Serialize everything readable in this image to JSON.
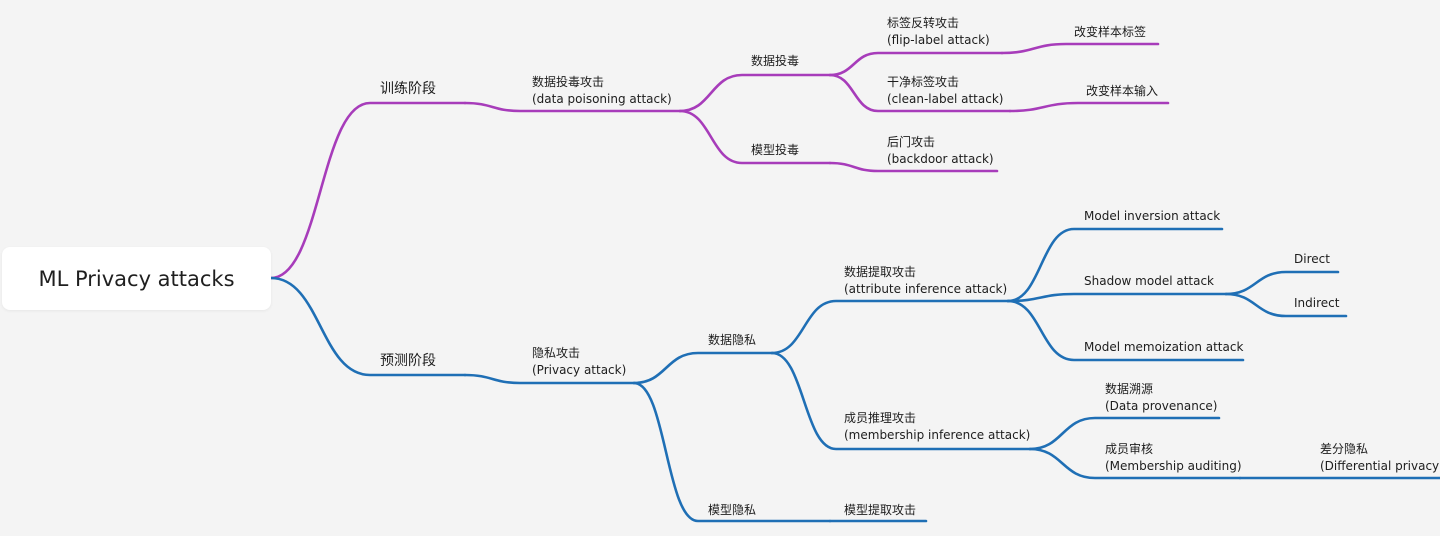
{
  "colors": {
    "training": "#a73cba",
    "prediction": "#1f6fb5",
    "background": "#f4f4f4"
  },
  "root": "ML Privacy attacks",
  "train": {
    "stage": "训练阶段",
    "attack_cn": "数据投毒攻击",
    "attack_en": "(data poisoning attack)",
    "data_poison": "数据投毒",
    "model_poison": "模型投毒",
    "flip_cn": "标签反转攻击",
    "flip_en": "(flip-label attack)",
    "flip_leaf": "改变样本标签",
    "clean_cn": "干净标签攻击",
    "clean_en": "(clean-label attack)",
    "clean_leaf": "改变样本输入",
    "backdoor_cn": "后门攻击",
    "backdoor_en": "(backdoor attack)"
  },
  "predict": {
    "stage": "预测阶段",
    "attack_cn": "隐私攻击",
    "attack_en": "(Privacy attack)",
    "data_privacy": "数据隐私",
    "model_privacy": "模型隐私",
    "model_extract": "模型提取攻击",
    "attr_cn": "数据提取攻击",
    "attr_en": "(attribute inference attack)",
    "inversion": "Model inversion attack",
    "shadow": "Shadow model attack",
    "direct": "Direct",
    "indirect": "Indirect",
    "memo": "Model memoization attack",
    "member_cn": "成员推理攻击",
    "member_en": "(membership inference attack)",
    "prov_cn": "数据溯源",
    "prov_en": "(Data provenance)",
    "audit_cn": "成员审核",
    "audit_en": "(Membership auditing)",
    "dp_cn": "差分隐私",
    "dp_en": "(Differential privacy)"
  }
}
